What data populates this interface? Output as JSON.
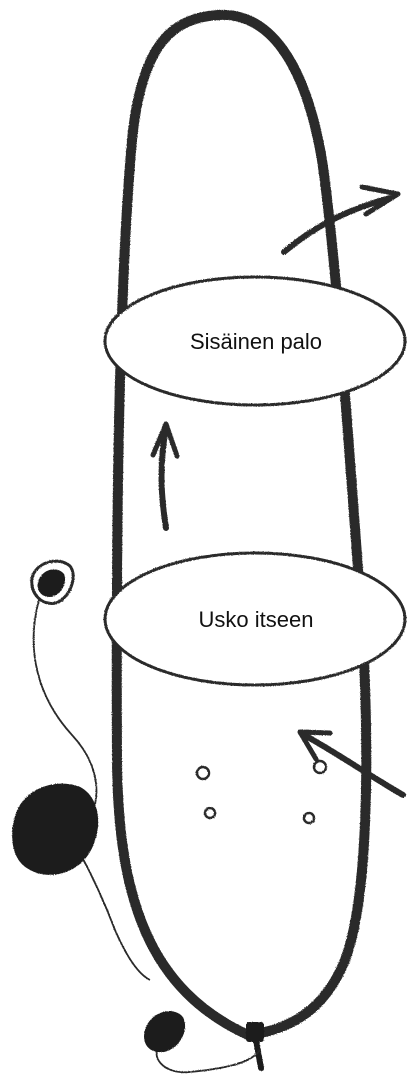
{
  "diagram": {
    "nodes": [
      {
        "id": "top",
        "label": "Sisäinen palo"
      },
      {
        "id": "bottom",
        "label": "Usko itseen"
      }
    ],
    "colors": {
      "stroke": "#2b2b2b",
      "background": "#ffffff",
      "dark_fill": "#1c1c1c"
    }
  }
}
